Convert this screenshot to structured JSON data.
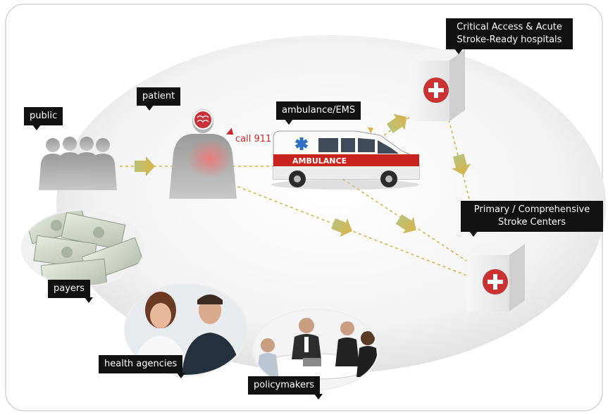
{
  "labels": {
    "public": "public",
    "patient": "patient",
    "ambulance_ems": "ambulance/EMS",
    "call_911": "call 911",
    "ambulance_text": "AMBULANCE",
    "critical_access": "Critical Access & Acute",
    "stroke_ready": "Stroke-Ready hospitals",
    "primary_comprehensive": "Primary / Comprehensive",
    "stroke_centers": "Stroke Centers",
    "payers": "payers",
    "health_agencies": "health agencies",
    "policymakers": "policymakers"
  },
  "colors": {
    "label_bg": "#111111",
    "hospital_cross": "#c83232",
    "arrow": "#d8c24a",
    "ambulance_stripe": "#c8231f",
    "call_911": "#d0262a"
  },
  "icons": [
    "people-group-icon",
    "patient-silhouette-icon",
    "brain-icon",
    "ambulance-icon",
    "hospital-icon",
    "star-of-life-icon"
  ]
}
